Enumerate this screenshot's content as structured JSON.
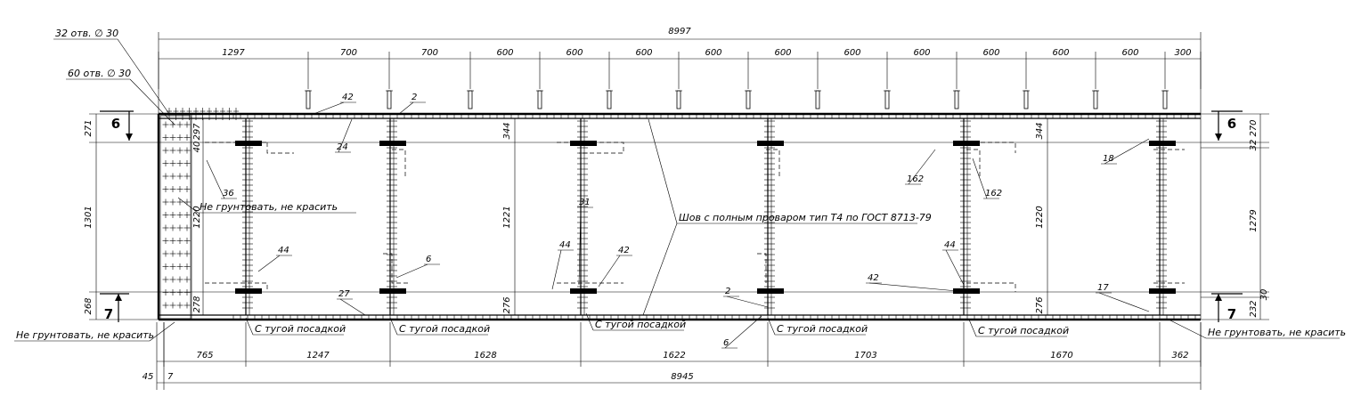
{
  "drawing": {
    "top_dimensions": {
      "overall": "8997",
      "segments": [
        "1297",
        "700",
        "700",
        "600",
        "600",
        "600",
        "600",
        "600",
        "600",
        "600",
        "600",
        "600",
        "600",
        "300"
      ]
    },
    "bottom_dimensions": {
      "overall": "8945",
      "offset": "45",
      "offset_small": "7",
      "segments": [
        "765",
        "1247",
        "1628",
        "1622",
        "1703",
        "1670",
        "362"
      ]
    },
    "left_dimensions": {
      "top": "271",
      "middle": "1301",
      "bottom": "268",
      "inner_top": "297",
      "inner_small": "40",
      "inner_middle": "1220",
      "inner_bottom": "278"
    },
    "right_dimensions": {
      "top": "270",
      "small_top": "32",
      "middle": "1279",
      "small_bottom": "30",
      "bottom": "232"
    },
    "panel_dimensions": {
      "p2_top": "344",
      "p2_mid": "1221",
      "p2_bot": "276",
      "p4_top": "344",
      "p4_mid": "1220",
      "p4_bot": "276"
    },
    "notes": {
      "holes_32": "32 отв. ∅ 30",
      "holes_60": "60 отв. ∅ 30",
      "weld": "Шов с полным проваром тип Т4 по ГОСТ 8713-79",
      "no_paint": "Не грунтовать, не красить",
      "tight_fit": "С тугой посадкой"
    },
    "callouts": [
      "42",
      "2",
      "24",
      "36",
      "44",
      "6",
      "27",
      "31",
      "44",
      "42",
      "2",
      "6",
      "162",
      "42",
      "162",
      "44",
      "18",
      "17"
    ],
    "section_marks": {
      "left": "6",
      "left_bottom": "7",
      "right": "6",
      "right_bottom": "7"
    }
  }
}
